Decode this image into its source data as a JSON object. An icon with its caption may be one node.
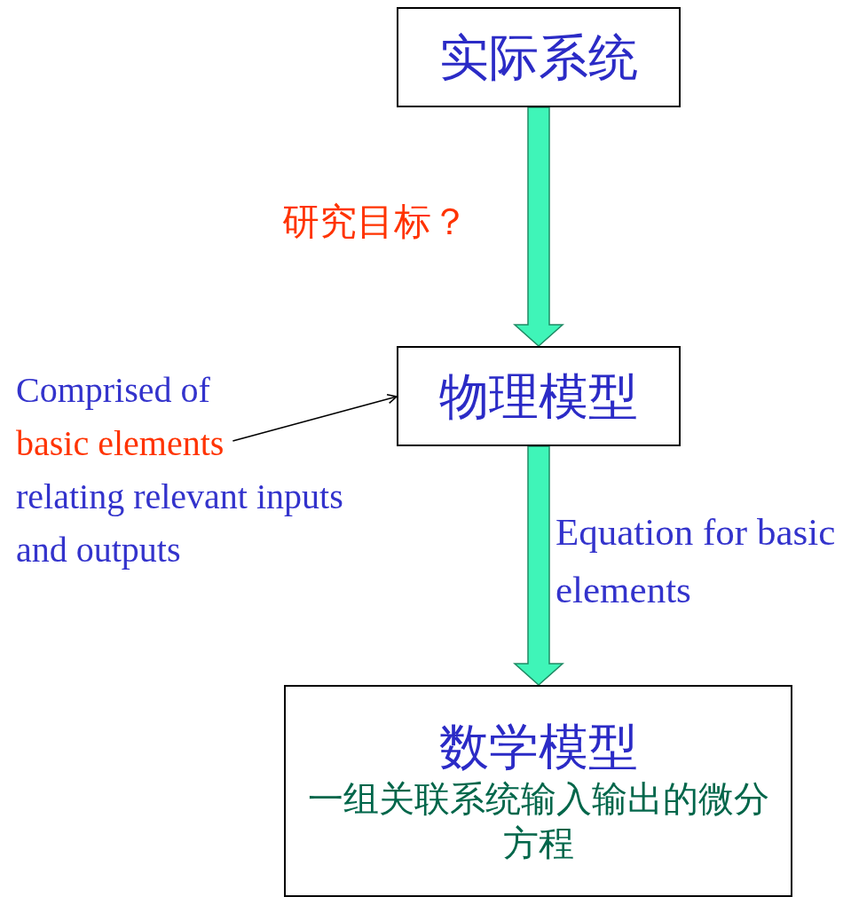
{
  "diagram": {
    "nodes": [
      {
        "text": [
          "实际系统"
        ]
      },
      {
        "text": [
          "物理模型"
        ]
      },
      {
        "text": [
          "数学模型",
          "一组关联系统输入输出的微分方程"
        ]
      },
      {
        "text": [
          "Comprised of",
          "basic elements",
          "relating relevant inputs and outputs"
        ]
      }
    ],
    "edges": [
      {
        "from": 0,
        "to": 1,
        "arrow": "to",
        "label": "研究目标？",
        "style": "thick"
      },
      {
        "from": 1,
        "to": 2,
        "arrow": "to",
        "label": "Equation for basic elements",
        "style": "thick"
      },
      {
        "from": 3,
        "to": 1,
        "arrow": "to",
        "color": "#000000"
      }
    ]
  }
}
